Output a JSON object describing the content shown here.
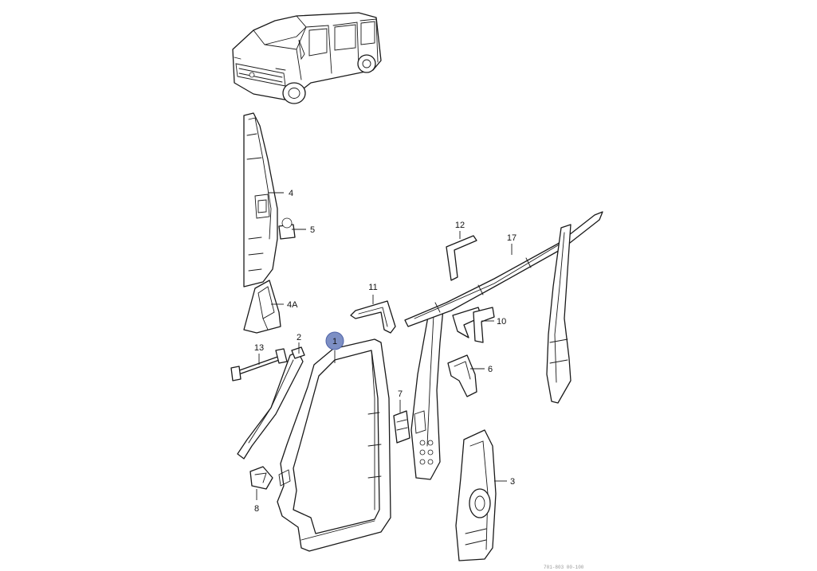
{
  "colors": {
    "line": "#1a1a1a",
    "background": "#ffffff",
    "highlight_fill": "#7d8fc4"
  },
  "callouts": [
    {
      "id": "1",
      "text": "1",
      "highlighted": true
    },
    {
      "id": "2",
      "text": "2"
    },
    {
      "id": "3",
      "text": "3"
    },
    {
      "id": "4",
      "text": "4"
    },
    {
      "id": "4A",
      "text": "4A"
    },
    {
      "id": "5",
      "text": "5"
    },
    {
      "id": "6",
      "text": "6"
    },
    {
      "id": "7",
      "text": "7"
    },
    {
      "id": "8",
      "text": "8"
    },
    {
      "id": "10",
      "text": "10"
    },
    {
      "id": "11",
      "text": "11"
    },
    {
      "id": "12",
      "text": "12"
    },
    {
      "id": "13",
      "text": "13"
    },
    {
      "id": "17",
      "text": "17"
    }
  ],
  "footer_reference": "701-803 00-100"
}
